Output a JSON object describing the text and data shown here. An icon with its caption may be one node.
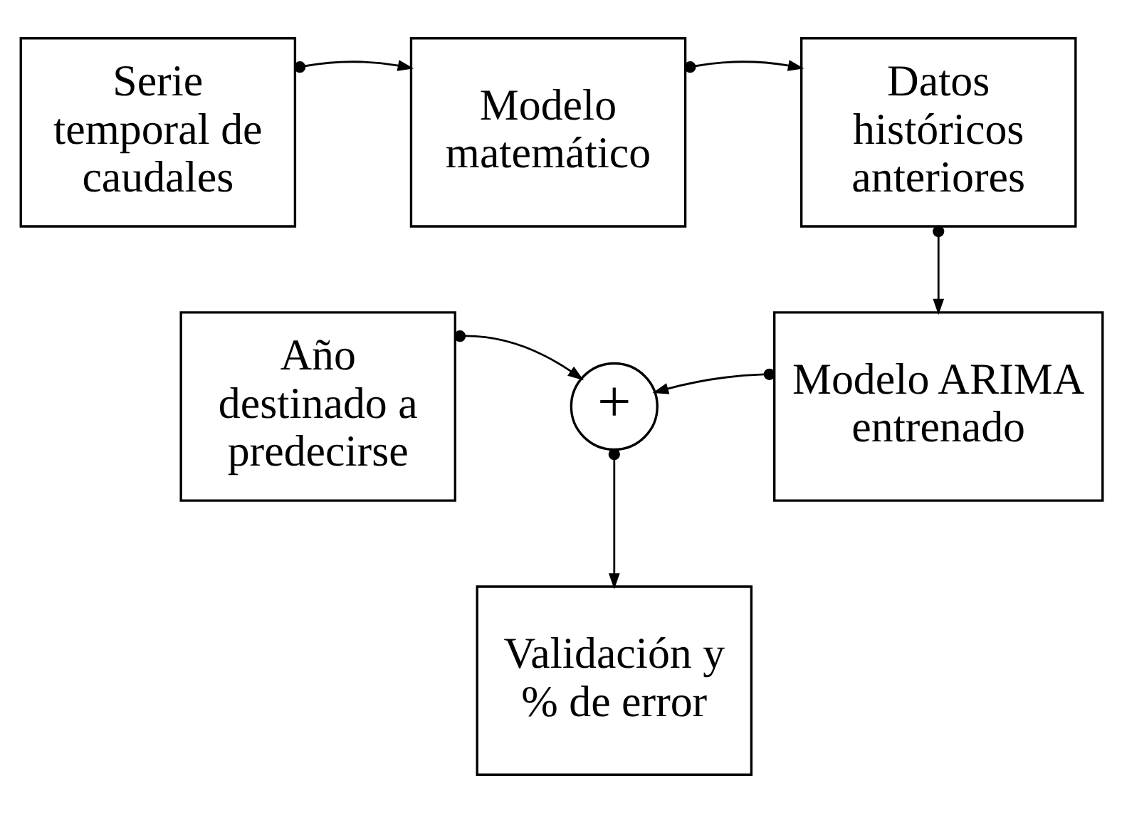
{
  "diagram": {
    "nodes": [
      {
        "text": [
          "Serie temporal de caudales"
        ]
      },
      {
        "text": [
          "Modelo matemático"
        ]
      },
      {
        "text": [
          "Datos históricos anteriores"
        ]
      },
      {
        "text": [
          "Año destinado a predecirse"
        ]
      },
      {
        "text": [
          "+"
        ]
      },
      {
        "text": [
          "Modelo ARIMA entrenado"
        ]
      },
      {
        "text": [
          "Validación y % de error"
        ]
      }
    ],
    "edges": [
      {
        "from": 0,
        "to": 1,
        "arrow": "to"
      },
      {
        "from": 1,
        "to": 2,
        "arrow": "to"
      },
      {
        "from": 2,
        "to": 5,
        "arrow": "to"
      },
      {
        "from": 3,
        "to": 4,
        "arrow": "to"
      },
      {
        "from": 5,
        "to": 4,
        "arrow": "to"
      },
      {
        "from": 4,
        "to": 6,
        "arrow": "to"
      }
    ]
  }
}
